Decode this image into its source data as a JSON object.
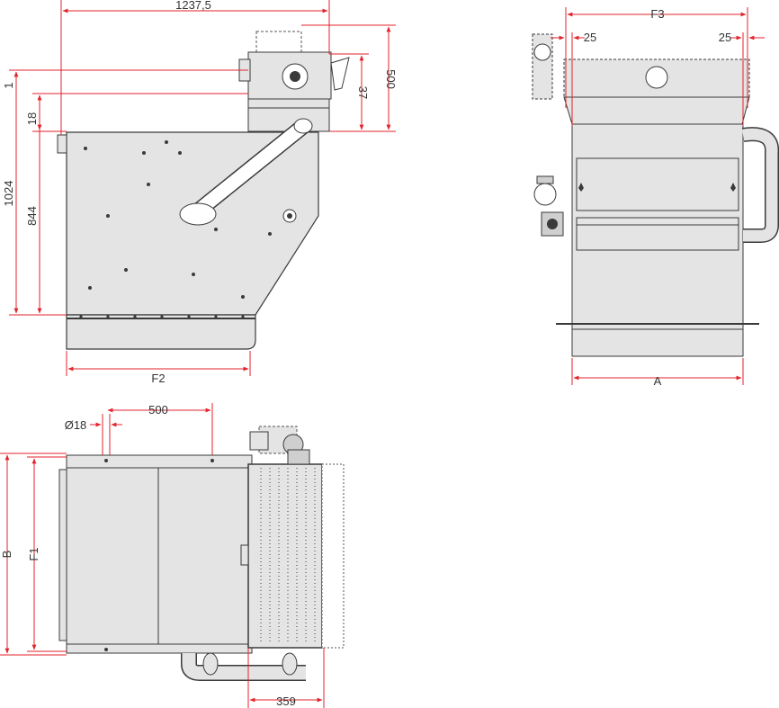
{
  "colors": {
    "dimension": "#e3222b",
    "outline": "#3a3a3a",
    "fill": "#e4e4e4",
    "fill_dark": "#cfcfcf",
    "text": "#333333"
  },
  "side_view": {
    "dim_overall_length": "1237,5",
    "dim_drive_height": "500",
    "dim_drive_offset": "37",
    "dim_total_height": "1024",
    "dim_body_height": "844",
    "dim_top_gap": "18",
    "dim_small_gap": "1",
    "dim_base_width": "F2"
  },
  "front_view": {
    "dim_top_width": "F3",
    "dim_left_flange": "25",
    "dim_right_flange": "25",
    "dim_base_width": "A"
  },
  "top_view": {
    "dim_hole_diameter": "Ø18",
    "dim_hole_spacing": "500",
    "dim_overall_width": "B",
    "dim_inner_width": "F1",
    "dim_filter_length": "359"
  }
}
